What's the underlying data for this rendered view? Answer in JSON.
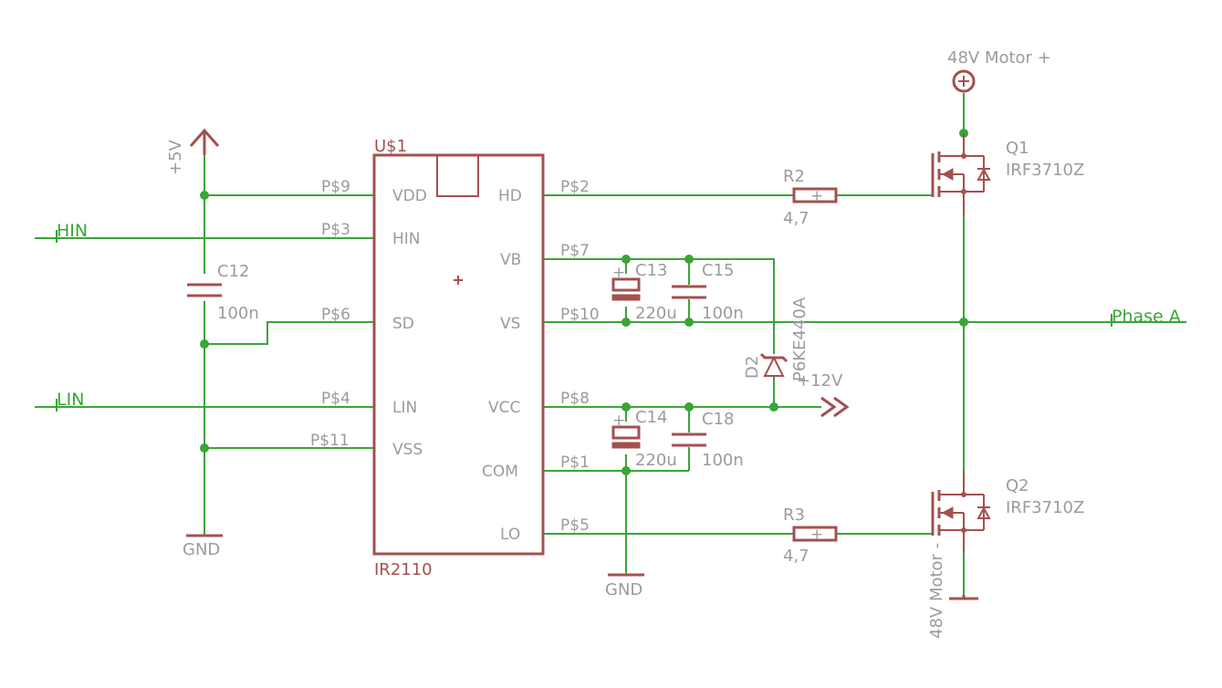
{
  "ic": {
    "ref": "U$1",
    "value": "IR2110",
    "left_pins": [
      {
        "name": "VDD",
        "pad": "P$9"
      },
      {
        "name": "HIN",
        "pad": "P$3"
      },
      {
        "name": "SD",
        "pad": "P$6"
      },
      {
        "name": "LIN",
        "pad": "P$4"
      },
      {
        "name": "VSS",
        "pad": "P$11"
      }
    ],
    "right_pins": [
      {
        "name": "HD",
        "pad": "P$2"
      },
      {
        "name": "VB",
        "pad": "P$7"
      },
      {
        "name": "VS",
        "pad": "P$10"
      },
      {
        "name": "VCC",
        "pad": "P$8"
      },
      {
        "name": "COM",
        "pad": "P$1"
      },
      {
        "name": "LO",
        "pad": "P$5"
      }
    ]
  },
  "nets": {
    "hin": "HIN",
    "lin": "LIN",
    "phase": "Phase A",
    "plus5v": "+5V",
    "plus12v": "+12V",
    "gnd_left": "GND",
    "gnd_mid": "GND",
    "motor_plus": "48V Motor +",
    "motor_minus": "48V Motor -"
  },
  "components": {
    "c12": {
      "ref": "C12",
      "value": "100n"
    },
    "c13": {
      "ref": "C13",
      "value": "220u"
    },
    "c15": {
      "ref": "C15",
      "value": "100n"
    },
    "c14": {
      "ref": "C14",
      "value": "220u"
    },
    "c18": {
      "ref": "C18",
      "value": "100n"
    },
    "r2": {
      "ref": "R2",
      "value": "4,7"
    },
    "r3": {
      "ref": "R3",
      "value": "4,7"
    },
    "d2": {
      "ref": "D2",
      "value": "P6KE440A"
    },
    "q1": {
      "ref": "Q1",
      "value": "IRF3710Z"
    },
    "q2": {
      "ref": "Q2",
      "value": "IRF3710Z"
    }
  },
  "colors": {
    "wire": "#3aa537",
    "symbol": "#a4504f",
    "text": "#9b9b9b",
    "background": "#ffffff"
  }
}
